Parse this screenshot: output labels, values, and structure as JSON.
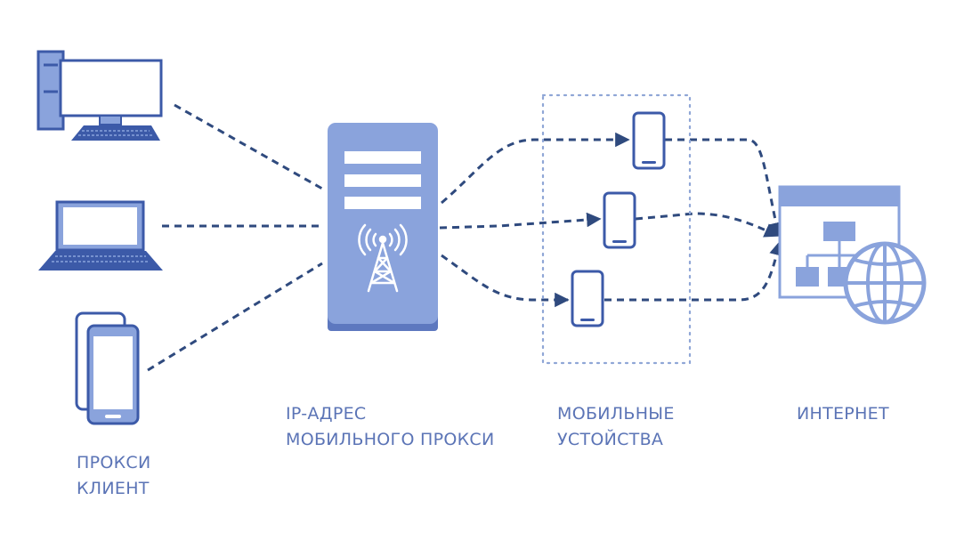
{
  "labels": {
    "clients": [
      "ПРОКСИ",
      "КЛИЕНТ"
    ],
    "proxy": [
      "IP-АДРЕС",
      "МОБИЛЬНОГО ПРОКСИ"
    ],
    "mobile": [
      "МОБИЛЬНЫЕ",
      "УСТОЙСТВА"
    ],
    "internet": [
      "ИНТЕРНЕТ"
    ]
  },
  "icons": {
    "desktop": "desktop-computer-icon",
    "laptop": "laptop-icon",
    "phones": "mobile-phones-icon",
    "server": "proxy-server-icon",
    "antenna": "cell-tower-icon",
    "phone": "smartphone-icon",
    "internet": "internet-globe-icon"
  },
  "colors": {
    "icon_fill": "#8aa3dc",
    "icon_dark": "#3c5aa8",
    "line": "#2f4a7e",
    "label": "#5b74b6",
    "box_dots": "#8fa6d6"
  }
}
